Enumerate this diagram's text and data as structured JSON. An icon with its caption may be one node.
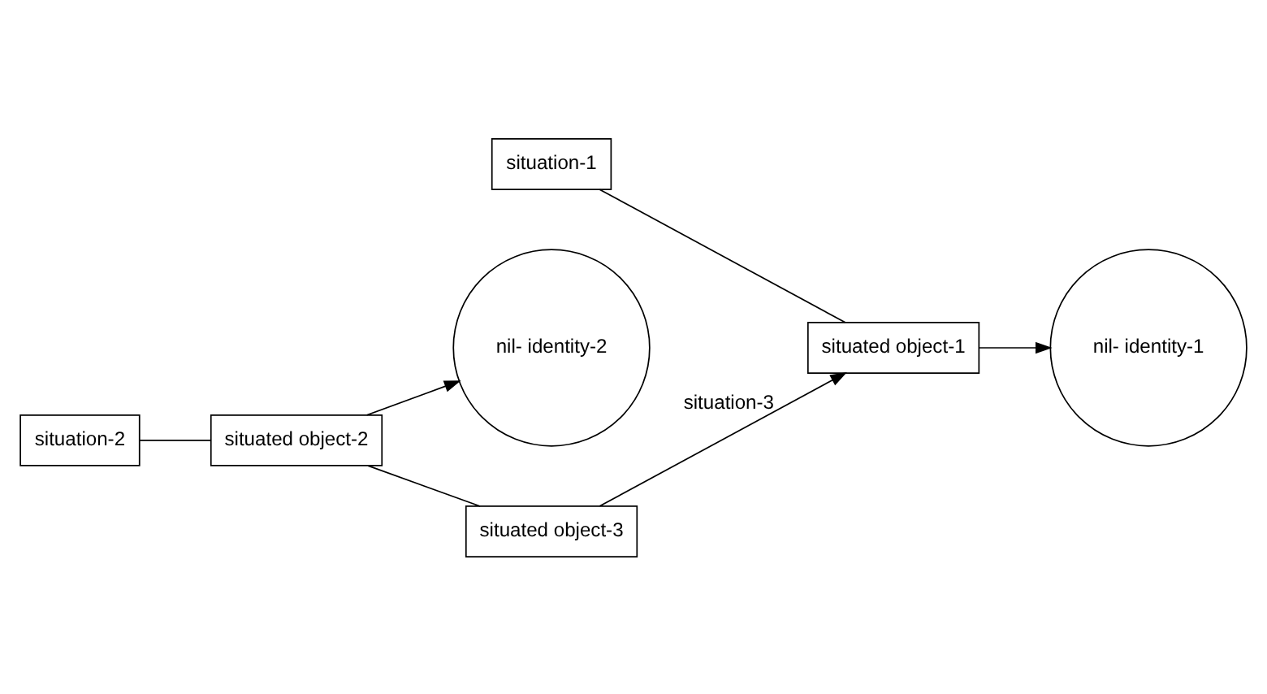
{
  "diagram": {
    "nodes": [
      {
        "text": [
          "situation-1"
        ]
      },
      {
        "text": [
          "nil- identity-1"
        ]
      },
      {
        "text": [
          "situated object-1"
        ]
      },
      {
        "text": [
          "situation-2"
        ]
      },
      {
        "text": [
          "nil- identity-2"
        ]
      },
      {
        "text": [
          "situated object-2"
        ]
      },
      {
        "text": [
          "situated object-3"
        ]
      }
    ],
    "edges": [
      {
        "from": 0,
        "to": 2,
        "arrow": "none"
      },
      {
        "from": 2,
        "to": 1,
        "arrow": "to"
      },
      {
        "from": 3,
        "to": 5,
        "arrow": "none"
      },
      {
        "from": 5,
        "to": 4,
        "arrow": "to"
      },
      {
        "from": 5,
        "to": 6,
        "arrow": "none"
      },
      {
        "from": 6,
        "to": 2,
        "arrow": "to",
        "label": "situation-3"
      }
    ]
  }
}
